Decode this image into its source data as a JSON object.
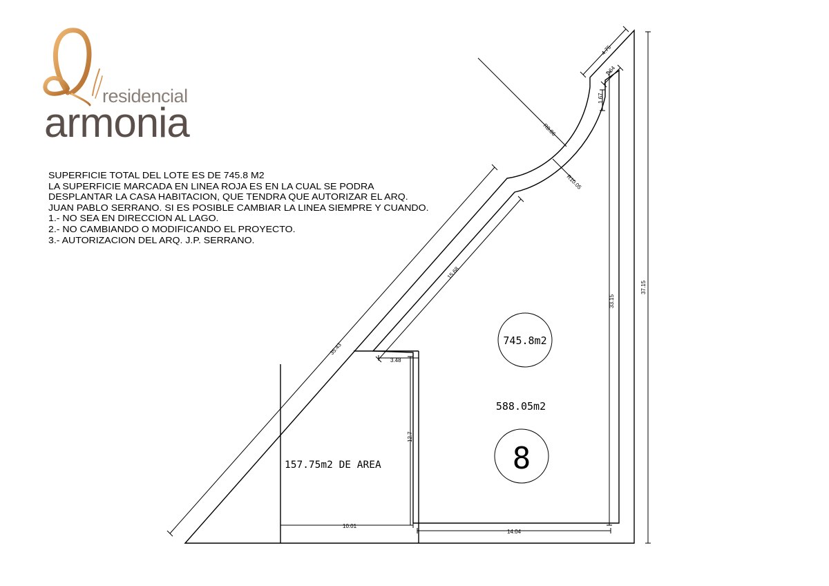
{
  "brand": {
    "subtitle": "residencial",
    "name": "armonia",
    "colors": {
      "gold_light": "#f0b872",
      "gold_dark": "#b06a2b",
      "name_gray": "#5a4f4a",
      "sub_gray": "#8a7f78"
    }
  },
  "notes": [
    "SUPERFICIE TOTAL DEL LOTE ES DE 745.8 M2",
    "LA SUPERFICIE MARCADA EN LINEA ROJA ES EN LA CUAL SE PODRA",
    "DESPLANTAR LA CASA HABITACION, QUE TENDRA QUE AUTORIZAR EL ARQ.",
    "JUAN PABLO SERRANO. SI ES POSIBLE CAMBIAR LA LINEA SIEMPRE Y CUANDO.",
    "1.- NO SEA EN DIRECCION AL LAGO.",
    "2.- NO CAMBIANDO O MODIFICANDO EL PROYECTO.",
    "3.- AUTORIZACION DEL ARQ. J.P. SERRANO."
  ],
  "plan": {
    "total_area": "745.8m2",
    "buildable_area": "588.05m2",
    "lot_number": "8",
    "restricted_area": "157.75m2 DE AREA",
    "dimensions": {
      "top_width": "4.75",
      "top_inner": "1.64",
      "curve_inner": "1.67",
      "radius_outer": "R8.86",
      "radius_inner": "R10.05",
      "diagonal_outer": "35.43",
      "diagonal_inner": "15.68",
      "step_width": "3.48",
      "block_height": "12.7",
      "bottom_left": "10.01",
      "bottom_right": "14.04",
      "right_inner": "33.15",
      "right_outer": "37.15"
    }
  }
}
